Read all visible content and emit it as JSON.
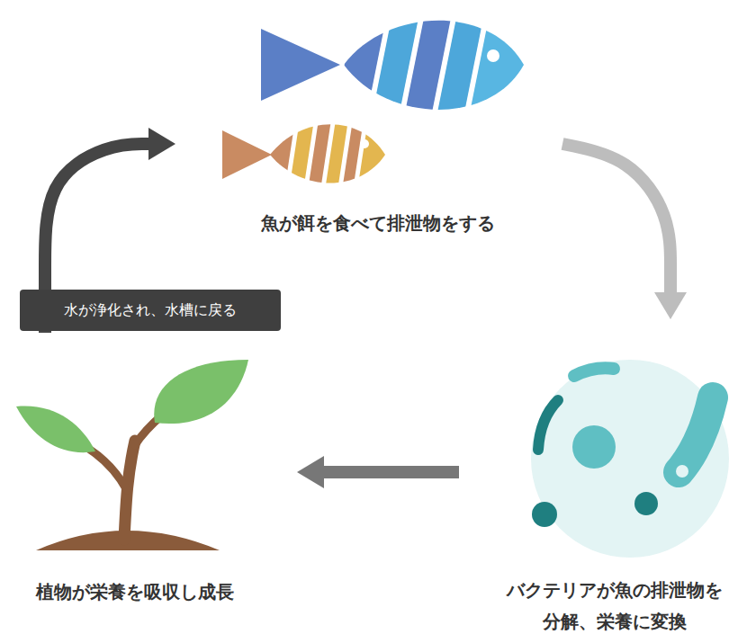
{
  "diagram": {
    "nodes": [
      {
        "text": [
          "魚が餌を食べて排泄物をする"
        ]
      },
      {
        "text": [
          "バクテリアが魚の排泄物を 分解、栄養に変換"
        ]
      },
      {
        "text": [
          "植物が栄養を吸収し成長"
        ]
      }
    ],
    "edges": [
      {
        "from": 0,
        "to": 1,
        "arrow": "to"
      },
      {
        "from": 1,
        "to": 2,
        "arrow": "to"
      },
      {
        "from": 2,
        "to": 0,
        "label": "水が浄化され、水槽に戻る",
        "arrow": "to"
      }
    ]
  }
}
